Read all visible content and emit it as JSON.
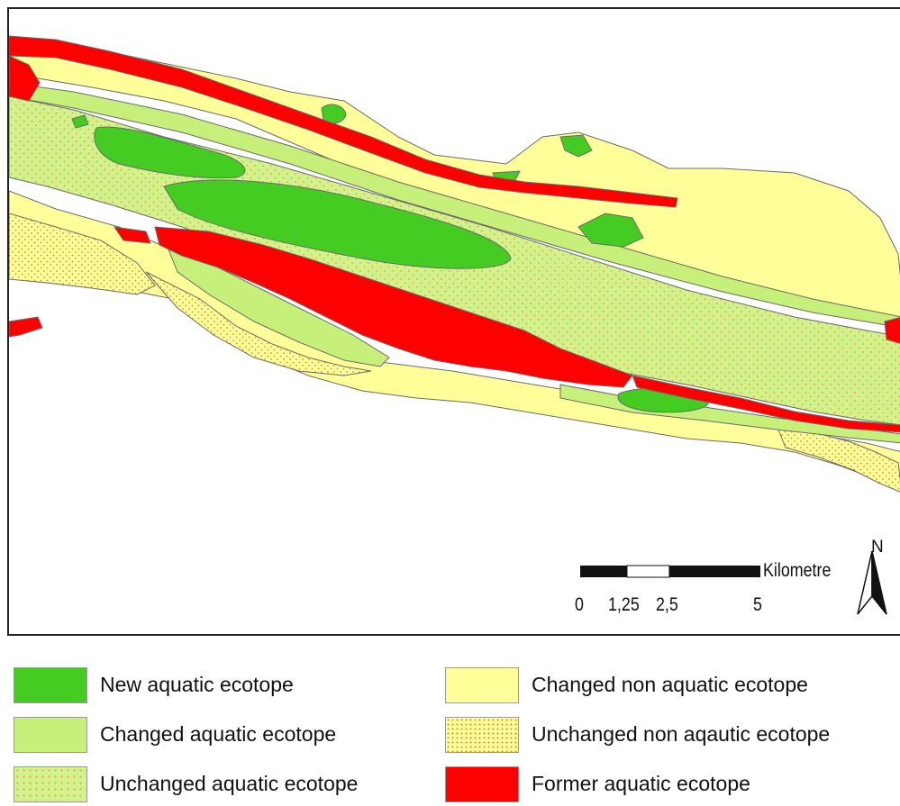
{
  "colors": {
    "new_aquatic": "#44cc22",
    "changed_aquatic": "#c6f07a",
    "unchanged_aquatic_bg": "#d2f28c",
    "unchanged_aquatic_dots": "#e0a33a",
    "changed_non_aquatic": "#ffff99",
    "unchanged_non_aquatic_bg": "#ffff99",
    "unchanged_non_aquatic_dots": "#d98c2a",
    "former_aquatic": "#ff0000",
    "boundary": "#6b6b6b"
  },
  "scalebar": {
    "unit": "Kilometre",
    "ticks": [
      "0",
      "1,25",
      "2,5",
      "5"
    ]
  },
  "north_arrow": {
    "letter": "N",
    "icon": "north-arrow-icon"
  },
  "legend": [
    {
      "id": "new-aquatic",
      "label": "New aquatic ecotope",
      "pattern": "new"
    },
    {
      "id": "changed-aquatic",
      "label": "Changed aquatic ecotope",
      "pattern": "changed-aq"
    },
    {
      "id": "unchanged-aquatic",
      "label": "Unchanged aquatic ecotope",
      "pattern": "unchanged-aq"
    },
    {
      "id": "changed-non-aquatic",
      "label": "Changed non aquatic ecotope",
      "pattern": "changed-nonaq"
    },
    {
      "id": "unchanged-non-aquatic",
      "label": "Unchanged non aqautic ecotope",
      "pattern": "unchanged-nonaq"
    },
    {
      "id": "former-aquatic",
      "label": "Former aquatic ecotope",
      "pattern": "former"
    }
  ]
}
